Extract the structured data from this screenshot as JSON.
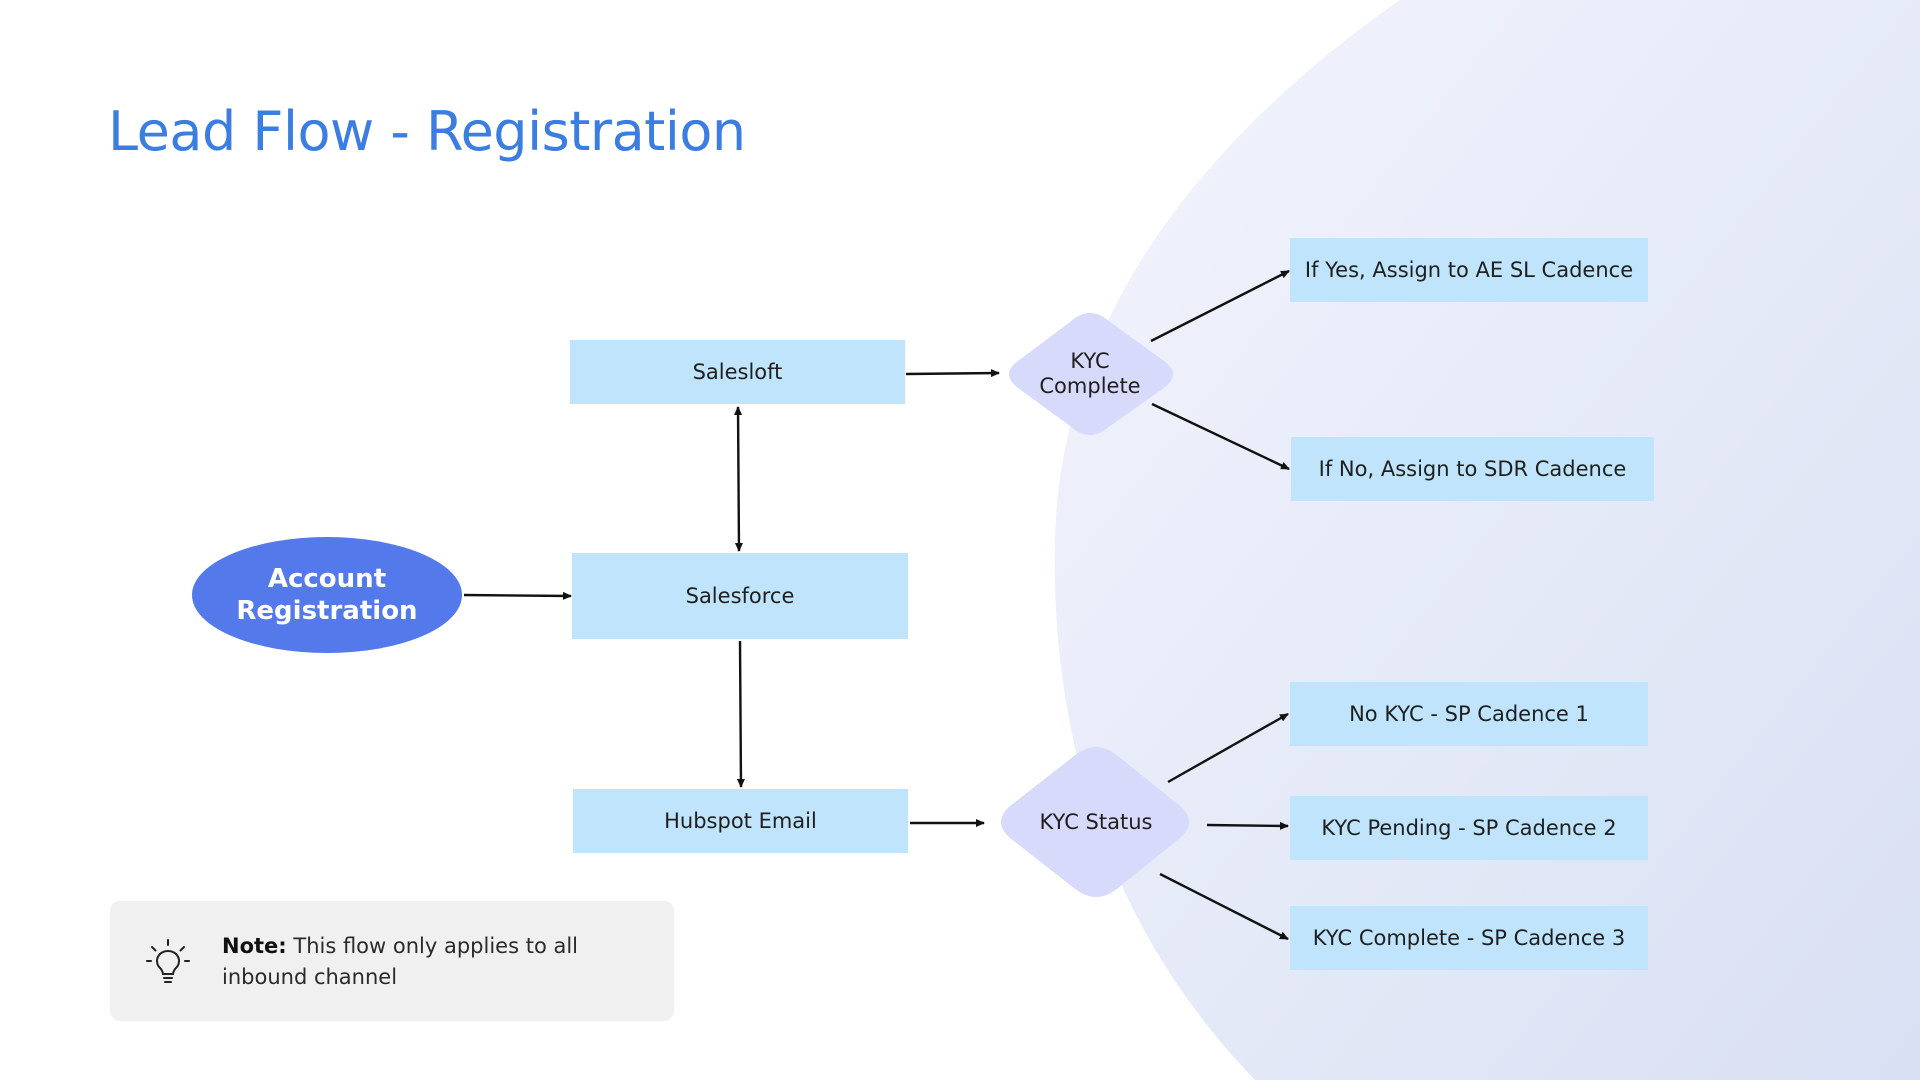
{
  "title": "Lead Flow - Registration",
  "colors": {
    "title": "#3b7de0",
    "box_fill": "#bfe4fb",
    "decision_fill": "#d8dafb",
    "oval_fill": "#5479ea",
    "background_arc": "#e3e8f6",
    "note_background": "#f0f0f0",
    "arrow": "#111111"
  },
  "start": {
    "line1": "Account",
    "line2": "Registration"
  },
  "nodes": {
    "salesloft": "Salesloft",
    "salesforce": "Salesforce",
    "hubspot": "Hubspot Email"
  },
  "decisions": {
    "kyc_complete": {
      "line1": "KYC",
      "line2": "Complete"
    },
    "kyc_status": "KYC Status"
  },
  "outcomes": {
    "yes": "If Yes, Assign to AE SL Cadence",
    "no": "If No, Assign to SDR Cadence",
    "sp1": "No KYC - SP Cadence 1",
    "sp2": "KYC Pending - SP Cadence 2",
    "sp3": "KYC Complete - SP Cadence 3"
  },
  "note": {
    "icon": "lightbulb-icon",
    "label": "Note:",
    "text": " This flow only applies to all inbound channel"
  }
}
